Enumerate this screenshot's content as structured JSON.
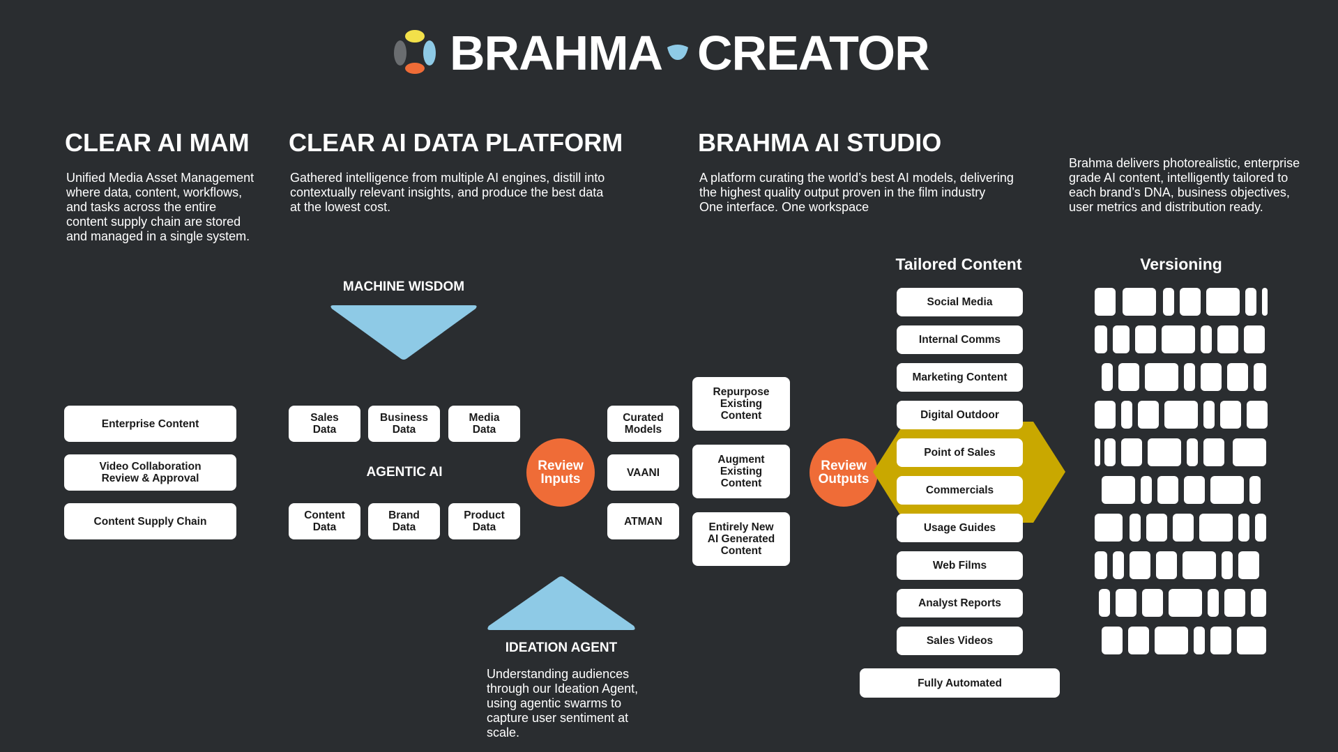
{
  "logo": {
    "word1": "BRAHMA",
    "word2": "CREATOR"
  },
  "sections": {
    "mam": {
      "title": "CLEAR AI MAM",
      "description": "Unified Media Asset Management\nwhere data, content, workflows,\nand tasks across the entire\ncontent supply chain are stored\nand managed in a single system."
    },
    "data_platform": {
      "title": "CLEAR AI DATA PLATFORM",
      "description": "Gathered intelligence from multiple AI engines, distill into\ncontextually relevant insights, and produce the best data\nat the lowest cost."
    },
    "studio": {
      "title": "BRAHMA AI STUDIO",
      "description": "A platform curating the world’s best AI models, delivering\nthe highest quality output proven in the film industry\nOne interface. One workspace"
    },
    "brahma": {
      "description": "Brahma delivers photorealistic, enterprise\ngrade AI content, intelligently tailored to\neach brand’s DNA, business objectives,\nuser metrics and distribution ready."
    }
  },
  "mam_items": [
    "Enterprise Content",
    "Video Collaboration\nReview & Approval",
    "Content Supply Chain"
  ],
  "machine_wisdom": {
    "label": "MACHINE WISDOM"
  },
  "agentic_ai": {
    "label": "AGENTIC AI",
    "top_row": [
      "Sales\nData",
      "Business\nData",
      "Media\nData"
    ],
    "bottom_row": [
      "Content\nData",
      "Brand\nData",
      "Product\nData"
    ]
  },
  "review_inputs": "Review\nInputs",
  "models": [
    "Curated\nModels",
    "VAANI",
    "ATMAN"
  ],
  "content_actions": [
    "Repurpose\nExisting\nContent",
    "Augment\nExisting\nContent",
    "Entirely New\nAI Generated\nContent"
  ],
  "review_outputs": "Review\nOutputs",
  "ideation_agent": {
    "label": "IDEATION AGENT",
    "description": "Understanding audiences\nthrough our Ideation Agent,\nusing agentic swarms to\ncapture user sentiment at\nscale."
  },
  "tailored_content": {
    "title": "Tailored Content",
    "items": [
      "Social Media",
      "Internal Comms",
      "Marketing Content",
      "Digital Outdoor",
      "Point of Sales",
      "Commercials",
      "Usage Guides",
      "Web Films",
      "Analyst Reports",
      "Sales Videos"
    ],
    "footer": "Fully Automated"
  },
  "versioning": {
    "title": "Versioning"
  },
  "colors": {
    "background": "#2a2d30",
    "triangle": "#8ecae6",
    "review_circle": "#ef6c37",
    "hexagon": "#c9a800",
    "logo_yellow": "#f2e04a",
    "logo_blue": "#8ecae6",
    "logo_orange": "#ef6c37",
    "logo_gray": "#6a6d70"
  }
}
